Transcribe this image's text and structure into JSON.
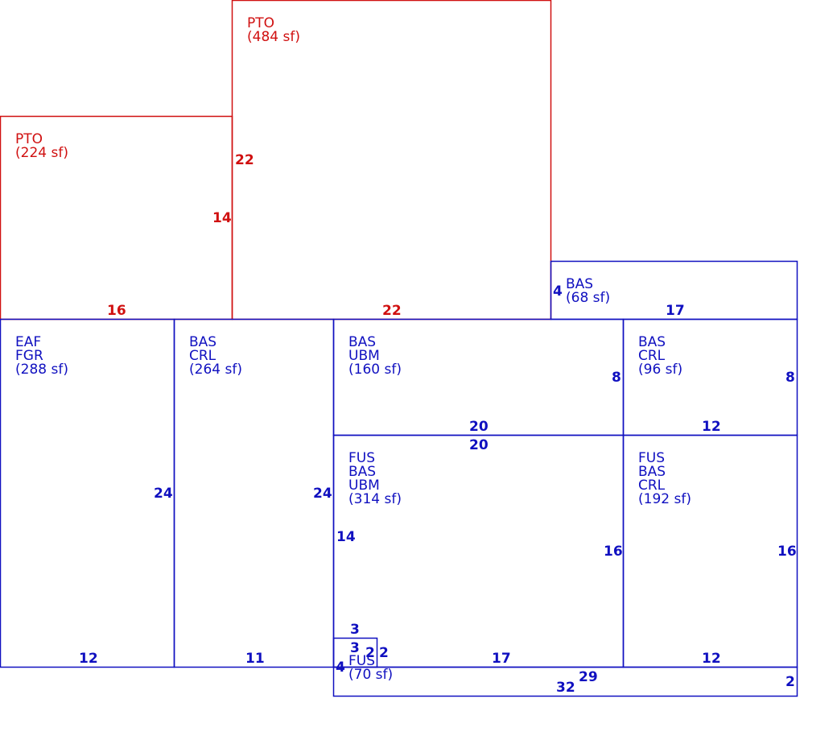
{
  "colors": {
    "blue": "#1010c0",
    "red": "#d01010"
  },
  "areas": {
    "pto_left": {
      "lines": [
        "PTO",
        "(224 sf)"
      ]
    },
    "pto_top": {
      "lines": [
        "PTO",
        "(484 sf)"
      ]
    },
    "bas_small": {
      "lines": [
        "BAS",
        "(68 sf)"
      ]
    },
    "eaf_fgr": {
      "lines": [
        "EAF",
        "FGR",
        "(288 sf)"
      ]
    },
    "bas_crl_264": {
      "lines": [
        "BAS",
        "CRL",
        "(264 sf)"
      ]
    },
    "bas_ubm": {
      "lines": [
        "BAS",
        "UBM",
        "(160 sf)"
      ]
    },
    "bas_crl_96": {
      "lines": [
        "BAS",
        "CRL",
        "(96 sf)"
      ]
    },
    "fus_bas_ubm": {
      "lines": [
        "FUS",
        "BAS",
        "UBM",
        "(314 sf)"
      ]
    },
    "fus_bas_crl": {
      "lines": [
        "FUS",
        "BAS",
        "CRL",
        "(192 sf)"
      ]
    },
    "fus_70": {
      "lines": [
        "FUS",
        "(70 sf)"
      ]
    }
  },
  "dimensions": {
    "pto_left_right": "14",
    "pto_left_bottom": "16",
    "pto_top_left": "22",
    "pto_top_bottom": "22",
    "bas_small_left": "4",
    "bas_small_bottom": "17",
    "eaf_right": "24",
    "eaf_bottom": "12",
    "bas_crl_264_right": "24",
    "bas_crl_264_bottom": "11",
    "bas_ubm_right": "8",
    "bas_ubm_bottom": "20",
    "bas_crl_96_right": "8",
    "bas_crl_96_bottom": "12",
    "fus_ubm_top": "20",
    "fus_ubm_left": "14",
    "fus_ubm_right": "16",
    "fus_ubm_bottom": "17",
    "fus_crl_right": "16",
    "fus_crl_bottom": "12",
    "notch_top": "3",
    "notch_inner_top": "3",
    "notch_right_a": "2",
    "notch_right_b": "2",
    "fus_70_left": "4",
    "fus_70_top_right": "29",
    "fus_70_bottom": "32",
    "fus_70_right": "2"
  }
}
